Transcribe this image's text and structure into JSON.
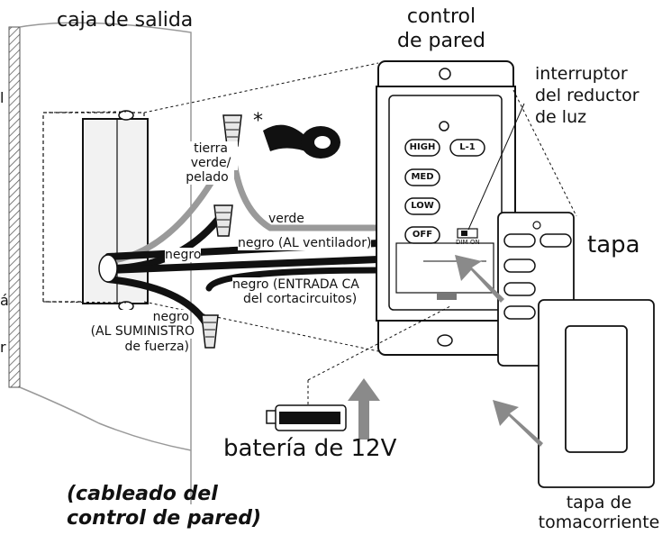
{
  "labels": {
    "outlet_box": "caja de salida",
    "wall_control_l1": "control",
    "wall_control_l2": "de pared",
    "dimmer_switch_l1": "interruptor",
    "dimmer_switch_l2": "del reductor",
    "dimmer_switch_l3": "de luz",
    "cover": "tapa",
    "ground_l1": "tierra",
    "ground_l2": "verde/",
    "ground_l3": "pelado",
    "asterisk": "*",
    "green": "verde",
    "black_to_fan": "negro (AL ventilador)",
    "black": "negro",
    "black_ac_l1": "negro (ENTRADA CA",
    "black_ac_l2": "del cortacircuitos)",
    "black_supply_l1": "negro",
    "black_supply_l2": "(AL SUMINISTRO",
    "black_supply_l3": "de fuerza)",
    "battery": "batería de 12V",
    "caption_l1": "(cableado del",
    "caption_l2": "control de pared)",
    "outlet_cover_l1": "tapa de",
    "outlet_cover_l2": "tomacorriente",
    "left_edge_1": "l",
    "left_edge_2": "á",
    "left_edge_3": "r"
  },
  "buttons": {
    "high": "HIGH",
    "l1": "L-1",
    "med": "MED",
    "low": "LOW",
    "off": "OFF",
    "dim": "DIM",
    "on": "ON"
  },
  "colors": {
    "gray_wire": "#9a9a9a",
    "black_wire": "#111111",
    "arrow_gray": "#8a8a8a"
  }
}
